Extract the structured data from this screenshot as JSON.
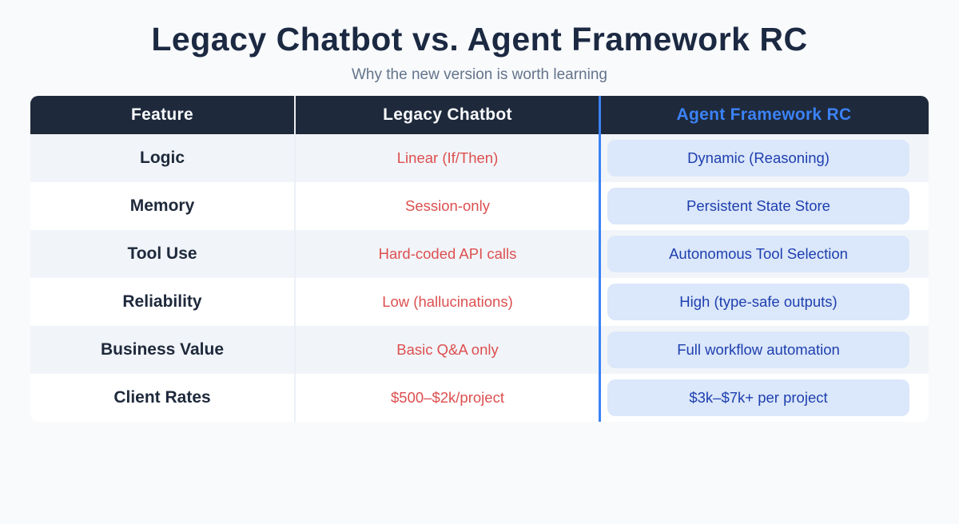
{
  "header": {
    "title": "Legacy Chatbot vs. Agent Framework RC",
    "subtitle": "Why the new version is worth learning"
  },
  "table": {
    "columns": [
      "Feature",
      "Legacy Chatbot",
      "Agent Framework RC"
    ],
    "rows": [
      {
        "feature": "Logic",
        "legacy": "Linear (If/Then)",
        "agent": "Dynamic (Reasoning)"
      },
      {
        "feature": "Memory",
        "legacy": "Session-only",
        "agent": "Persistent State Store"
      },
      {
        "feature": "Tool Use",
        "legacy": "Hard-coded API calls",
        "agent": "Autonomous Tool Selection"
      },
      {
        "feature": "Reliability",
        "legacy": "Low (hallucinations)",
        "agent": "High (type-safe outputs)"
      },
      {
        "feature": "Business Value",
        "legacy": "Basic Q&A only",
        "agent": "Full workflow automation"
      },
      {
        "feature": "Client Rates",
        "legacy": "$500–$2k/project",
        "agent": "$3k–$7k+ per project"
      }
    ]
  },
  "colors": {
    "page_background": "#f8fafc",
    "title_text": "#1c2942",
    "subtitle_text": "#64748b",
    "header_background": "#1e293b",
    "header_text": "#f8fafc",
    "accent_blue": "#3b82f6",
    "legacy_red": "#dd4f4f",
    "agent_pill_background": "#dbe7fa",
    "agent_pill_text": "#1e40af",
    "row_stripe": "#f1f5f9"
  },
  "chart_data": {
    "type": "table",
    "title": "Legacy Chatbot vs. Agent Framework RC",
    "subtitle": "Why the new version is worth learning",
    "columns": [
      "Feature",
      "Legacy Chatbot",
      "Agent Framework RC"
    ],
    "categories": [
      "Logic",
      "Memory",
      "Tool Use",
      "Reliability",
      "Business Value",
      "Client Rates"
    ],
    "series": [
      {
        "name": "Legacy Chatbot",
        "values": [
          "Linear (If/Then)",
          "Session-only",
          "Hard-coded API calls",
          "Low (hallucinations)",
          "Basic Q&A only",
          "$500–$2k/project"
        ]
      },
      {
        "name": "Agent Framework RC",
        "values": [
          "Dynamic (Reasoning)",
          "Persistent State Store",
          "Autonomous Tool Selection",
          "High (type-safe outputs)",
          "Full workflow automation",
          "$3k–$7k+ per project"
        ]
      }
    ],
    "layout_hints": {
      "striped_rows": true,
      "agent_column_highlighted": true,
      "legend_position": "none"
    }
  }
}
